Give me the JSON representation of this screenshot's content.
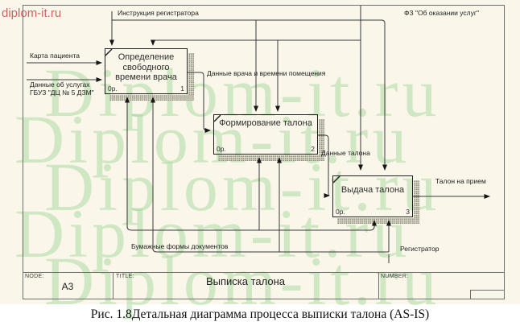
{
  "watermark": {
    "big_text": "Diplom-it.ru",
    "corner_text": "diplom-it.ru",
    "green_color": "#8cce86",
    "red_color": "#c74f4f"
  },
  "diagram": {
    "controls": {
      "instruction": "Инструкция регистратора",
      "law": "ФЗ \"Об оказании услуг\""
    },
    "inputs": {
      "patient_card": "Карта пациента",
      "services_line1": "Данные об услугах",
      "services_line2": "ГБУЗ \"ДЦ № 5 ДЗМ\""
    },
    "flows": {
      "doctor_time": "Данные врача и времени помещения",
      "ticket_data": "Данные талона",
      "ticket_out": "Талон на прием"
    },
    "mechanisms": {
      "paper_forms": "Бумажные формы документов",
      "registrar": "Регистратор"
    },
    "boxes": [
      {
        "title": "Определение свободного времени врача",
        "cost": "0р.",
        "number": "1"
      },
      {
        "title": "Формирование талона",
        "cost": "0р.",
        "number": "2"
      },
      {
        "title": "Выдача талона",
        "cost": "0р.",
        "number": "3"
      }
    ],
    "footer": {
      "node_label": "NODE:",
      "node_value": "A3",
      "title_label": "TITLE:",
      "title_value": "Выписка талона",
      "number_label": "NUMBER:"
    }
  },
  "caption": "Рис. 1.8Детальная диаграмма процесса выписки талона (AS-IS)"
}
